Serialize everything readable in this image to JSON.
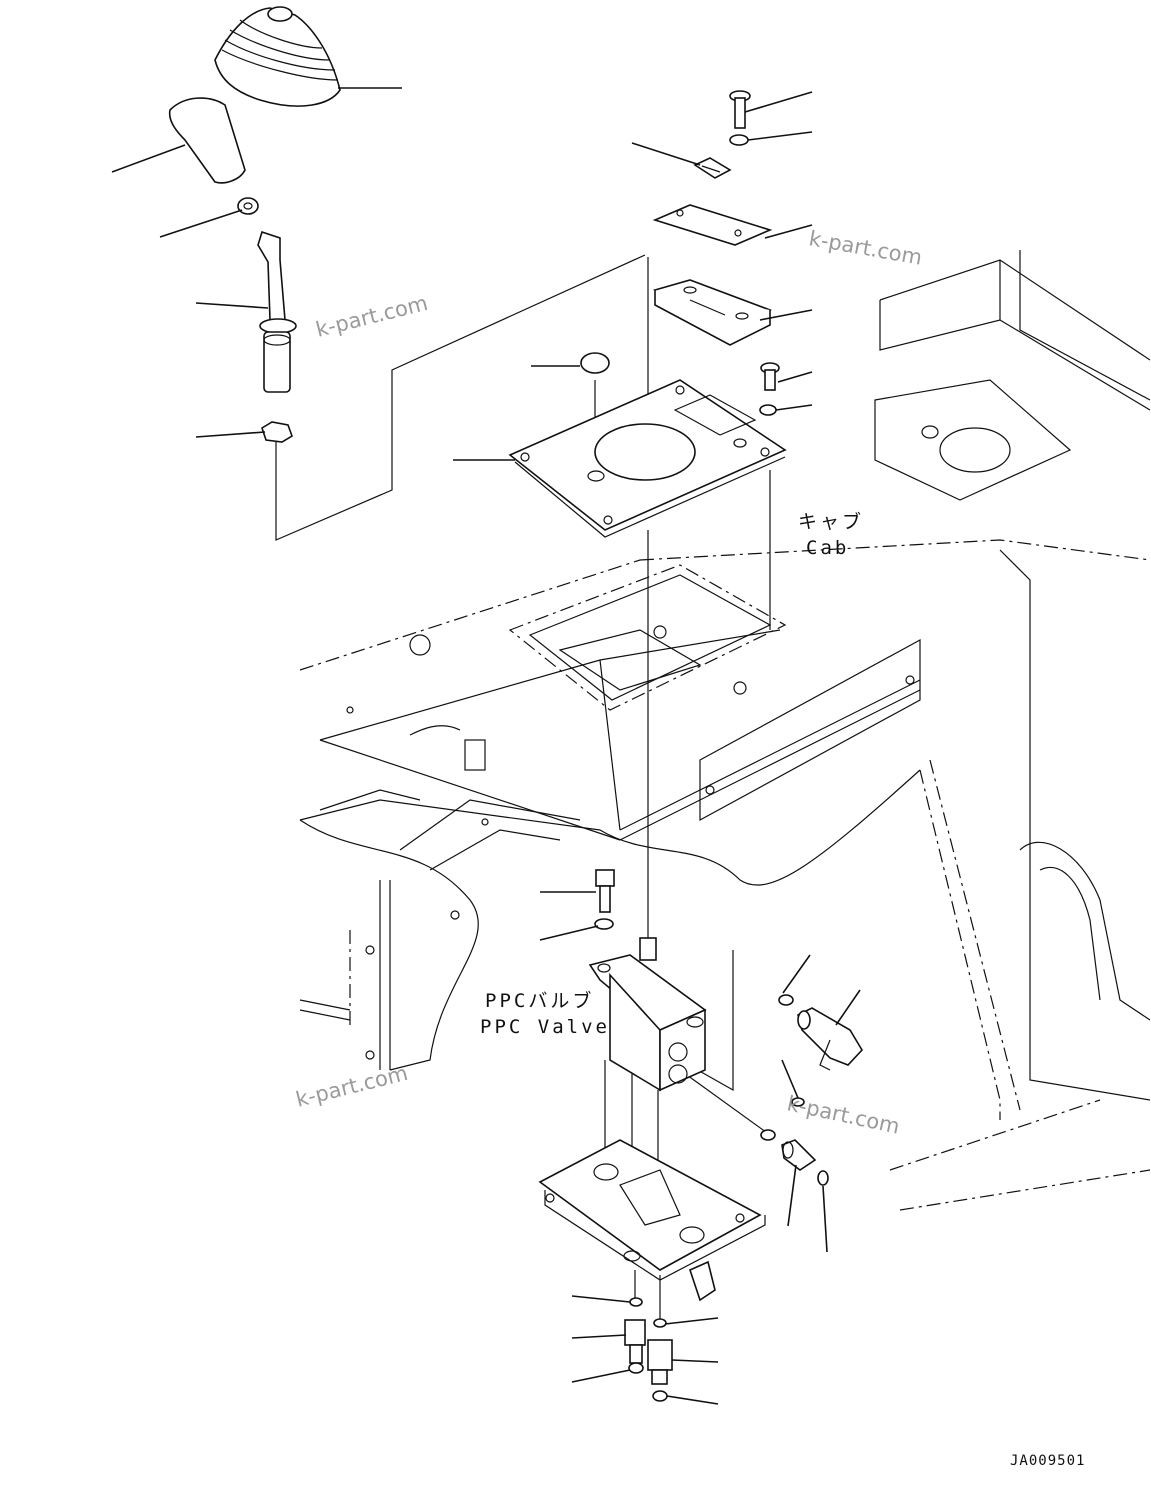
{
  "labels": {
    "cab_jp": "キャブ",
    "cab_en": "Cab",
    "ppc_jp": "PPCバルブ",
    "ppc_en": "PPC Valve"
  },
  "watermarks": [
    "k-part.com",
    "k-part.com",
    "k-part.com",
    "k-part.com"
  ],
  "drawing_number": "JA009501"
}
